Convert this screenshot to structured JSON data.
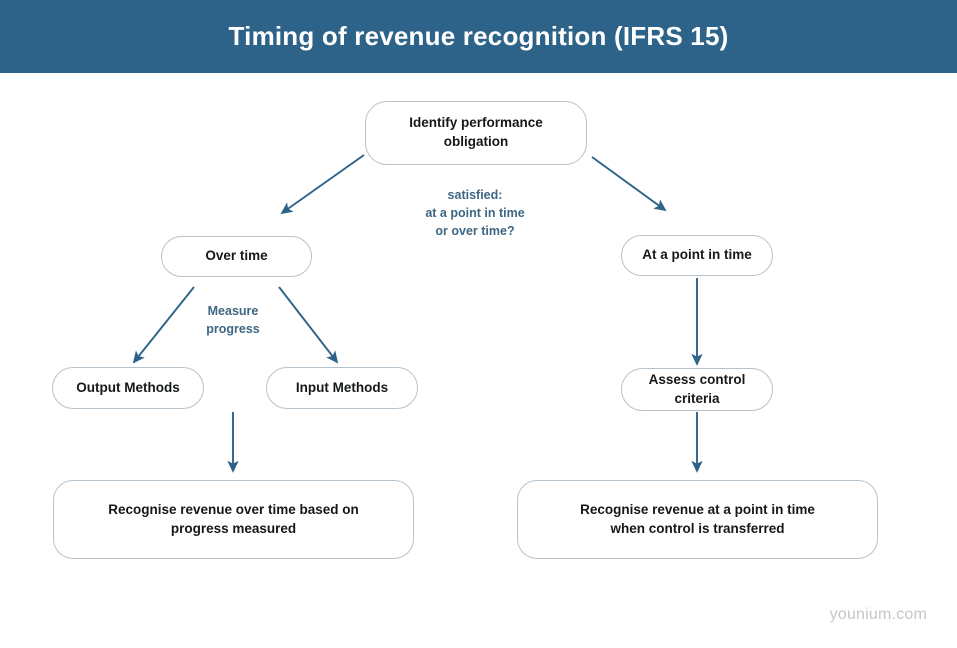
{
  "header": {
    "title": "Timing of revenue recognition (IFRS 15)",
    "background_color": "#2d6389",
    "text_color": "#ffffff"
  },
  "theme": {
    "page_background": "#ffffff",
    "node_border_color": "#b7c3cc",
    "node_text_color": "#15181a",
    "arrow_color": "#2e6389",
    "annotation_color": "#3e6783",
    "watermark_color": "#c3c7cb"
  },
  "nodes": {
    "identify_performance_obligation": "Identify performance\nobligation",
    "over_time": "Over time",
    "at_a_point_in_time": "At a point in time",
    "output_methods": "Output Methods",
    "input_methods": "Input Methods",
    "assess_control_criteria": "Assess control\ncriteria",
    "recognise_over_time": "Recognise revenue over time based on\nprogress measured",
    "recognise_at_point_in_time": "Recognise revenue at a point in time\nwhen control is transferred"
  },
  "annotations": {
    "satisfied_question": "satisfied:\nat a point in time\nor over time?",
    "measure_progress": "Measure\nprogress"
  },
  "footer": {
    "watermark": "younium.com"
  }
}
